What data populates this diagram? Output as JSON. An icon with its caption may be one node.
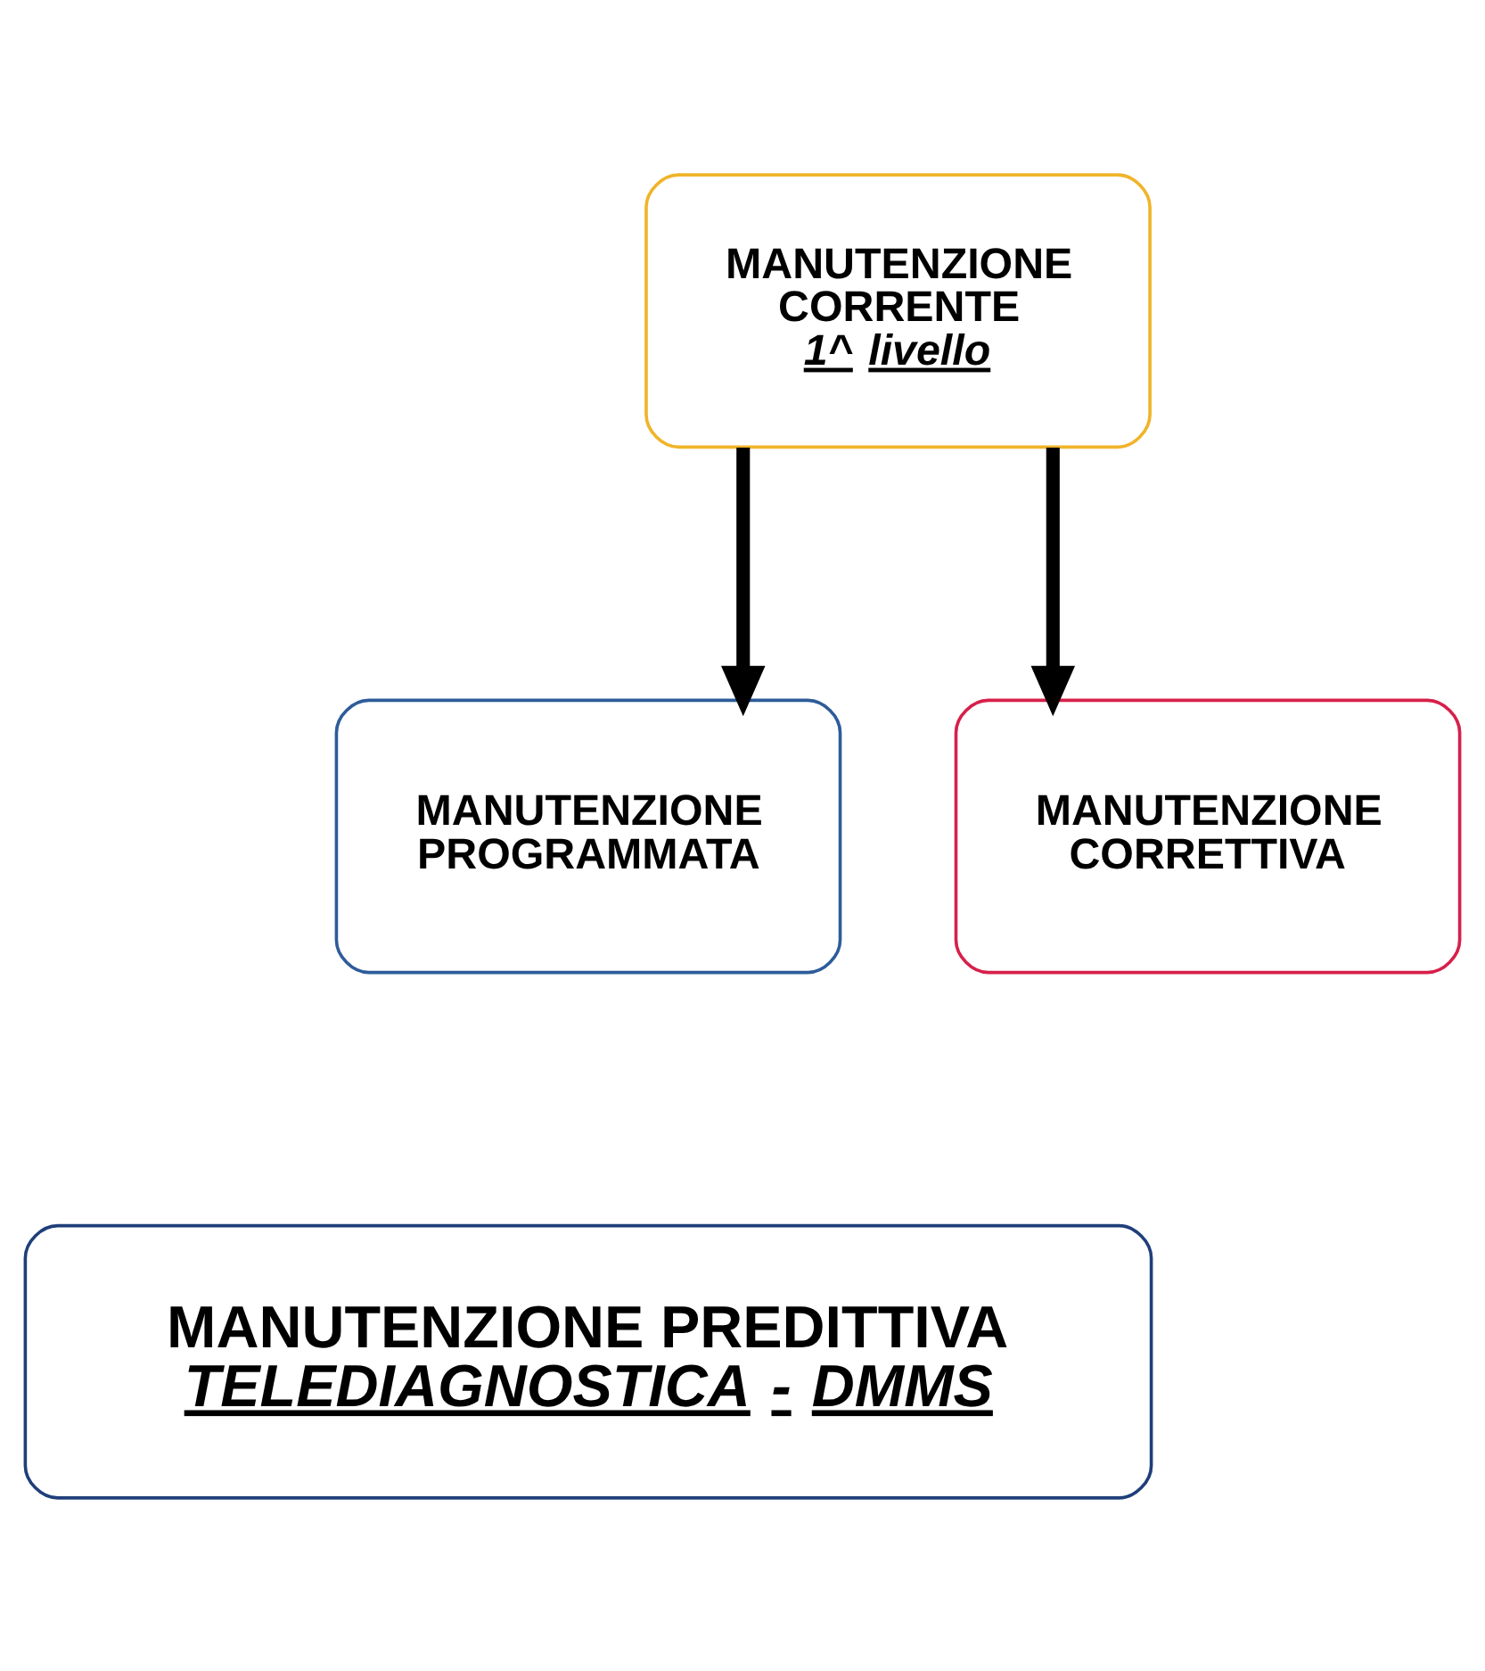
{
  "diagram": {
    "nodes": [
      {
        "text": [
          "MANUTENZIONE CORRENTE",
          "1^ livello"
        ]
      },
      {
        "text": [
          "MANUTENZIONE PROGRAMMATA"
        ]
      },
      {
        "text": [
          "MANUTENZIONE CORRETTIVA"
        ]
      },
      {
        "text": [
          "MANUTENZIONE PREDITTIVA",
          "TELEDIAGNOSTICA - DMMS"
        ]
      }
    ],
    "edges": [
      {
        "from": 0,
        "to": 1,
        "arrow": "to"
      },
      {
        "from": 0,
        "to": 2,
        "arrow": "to"
      }
    ]
  }
}
